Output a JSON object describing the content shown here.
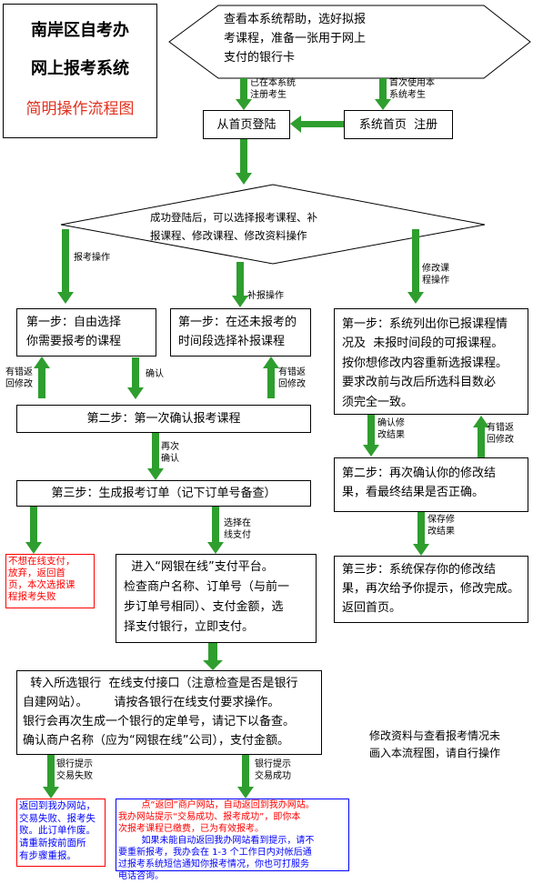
{
  "title_box": {
    "line1": "南岸区自考办",
    "line2": "网上报考系统",
    "line3": "简明操作流程图"
  },
  "top_diamond": {
    "text": "查看本系统帮助，选好拟报\n考课程，准备一张用于网上\n支付的银行卡"
  },
  "labels": {
    "registered": "已在本系统\n注册考生",
    "first_time": "首次使用本\n系统考生",
    "baokao": "报考操作",
    "buibao": "补报操作",
    "xiugai": "修改课\n程操作",
    "err_left": "有错返\n回修改",
    "confirm": "确认",
    "err_mid": "有错返\n回修改",
    "again_confirm": "再次\n确认",
    "online_pay": "选择在\n线支付",
    "confirm_mod": "确认修\n改结果",
    "err_right": "有错返\n回修改",
    "save_mod": "保存修\n改结果",
    "bank_fail": "银行提示\n交易失败",
    "bank_ok": "银行提示\n交易成功"
  },
  "boxes": {
    "login": "从首页登陆",
    "register": "系统首页  注册",
    "mid_diamond": "成功登陆后，可以选择报考课程、补\n报课程、修改课程、修改资料操作",
    "step1_left": "第一步：自由选择\n你需要报考的课程",
    "step1_mid": "第一步：在还未报考的\n时间段选择补报课程",
    "step1_right": "第一步：系统列出你已报课程情\n况及  未报时间段的可报课程。\n按你想修改内容重新选报课程。\n要求改前与改后所选科目数必\n须完全一致。",
    "step2_left": "第二步：第一次确认报考课程",
    "step2_right": "第二步：再次确认你的修改结\n果，看最终结果是否正确。",
    "step3_left": "第三步：生成报考订单（记下订单号备查）",
    "step3_right": "第三步：系统保存你的修改结\n果，再次给予你提示，修改完成。\n返回首页。",
    "no_pay": "不想在线支付，\n放弃，返回首\n页，本次选报课\n程报考失败",
    "pay_platform": "  进入“网银在线”支付平台。\n检查商户名称、订单号（与前一\n步订单号相同）、支付金额，选\n择支付银行，立即支付。",
    "bank_iface": "  转入所选银行  在线支付接口（注意检查是否是银行\n自建网站）。       请按各银行在线支付要求操作。\n银行会再次生成一个银行的定单号，请记下以备查。\n确认商户名称（应为“网银在线”公司），支付金额。",
    "note": "修改资料与查看报考情况未\n画入本流程图，请自行操作",
    "fail_box": "返回到我办网站，\n交易失败、报考失\n败。此订单作废。\n请重新按前面所\n有步骤重报。",
    "success_p1": "        点“返回”商户网站，自动返回到我办网站。\n我办网站提示“交易成功、报考成功”，即你本\n次报考课程已缴费，已为有效报考。",
    "success_p2": "        如果未能自动返回我办网站看到提示，请不\n要重新报考，我办会在 1-3 个工作日内对帐后通\n过报考系统短信通知你报考情况，你也可打服务\n电话咨询。"
  },
  "colors": {
    "arrow": "#2e9e2e",
    "title_red": "#e0301e",
    "alert_red": "#ff0000",
    "blue": "#0000ff",
    "border": "#000000"
  }
}
